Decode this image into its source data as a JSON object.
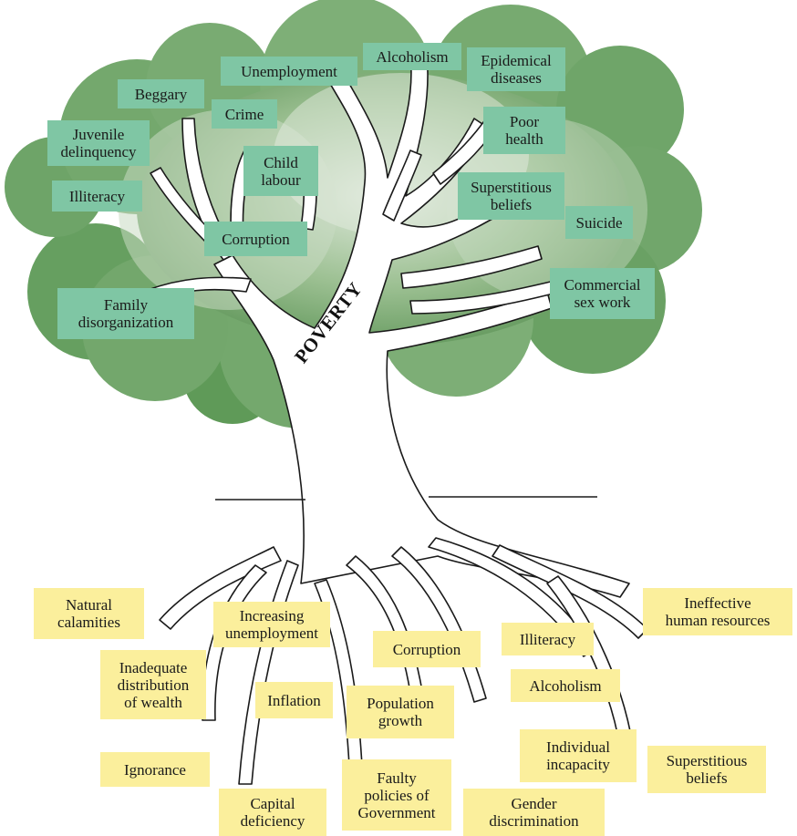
{
  "trunk_label": "POVERTY",
  "colors": {
    "canopy": "#6a9f64",
    "effect_box": "#7fc6a4",
    "cause_box": "#fbef9c",
    "branch": "#ffffff",
    "outline": "#1a1a1a"
  },
  "effects": {
    "unemployment": "Unemployment",
    "alcoholism": "Alcoholism",
    "epidemical_diseases": "Epidemical\ndiseases",
    "beggary": "Beggary",
    "crime": "Crime",
    "juvenile_delinquency": "Juvenile\ndelinquency",
    "poor_health": "Poor\nhealth",
    "child_labour": "Child\nlabour",
    "illiteracy": "Illiteracy",
    "superstitious_beliefs": "Superstitious\nbeliefs",
    "suicide": "Suicide",
    "corruption": "Corruption",
    "commercial_sex_work": "Commercial\nsex work",
    "family_disorganization": "Family\ndisorganization"
  },
  "causes": {
    "natural_calamities": "Natural\ncalamities",
    "increasing_unemployment": "Increasing\nunemployment",
    "ineffective_human_resources": "Ineffective\nhuman resources",
    "illiteracy": "Illiteracy",
    "corruption": "Corruption",
    "inadequate_distribution": "Inadequate\ndistribution\nof wealth",
    "inflation": "Inflation",
    "population_growth": "Population\ngrowth",
    "alcoholism": "Alcoholism",
    "individual_incapacity": "Individual\nincapacity",
    "superstitious_beliefs": "Superstitious\nbeliefs",
    "ignorance": "Ignorance",
    "faulty_policies": "Faulty\npolicies of\nGovernment",
    "capital_deficiency": "Capital\ndeficiency",
    "gender_discrimination": "Gender\ndiscrimination"
  }
}
